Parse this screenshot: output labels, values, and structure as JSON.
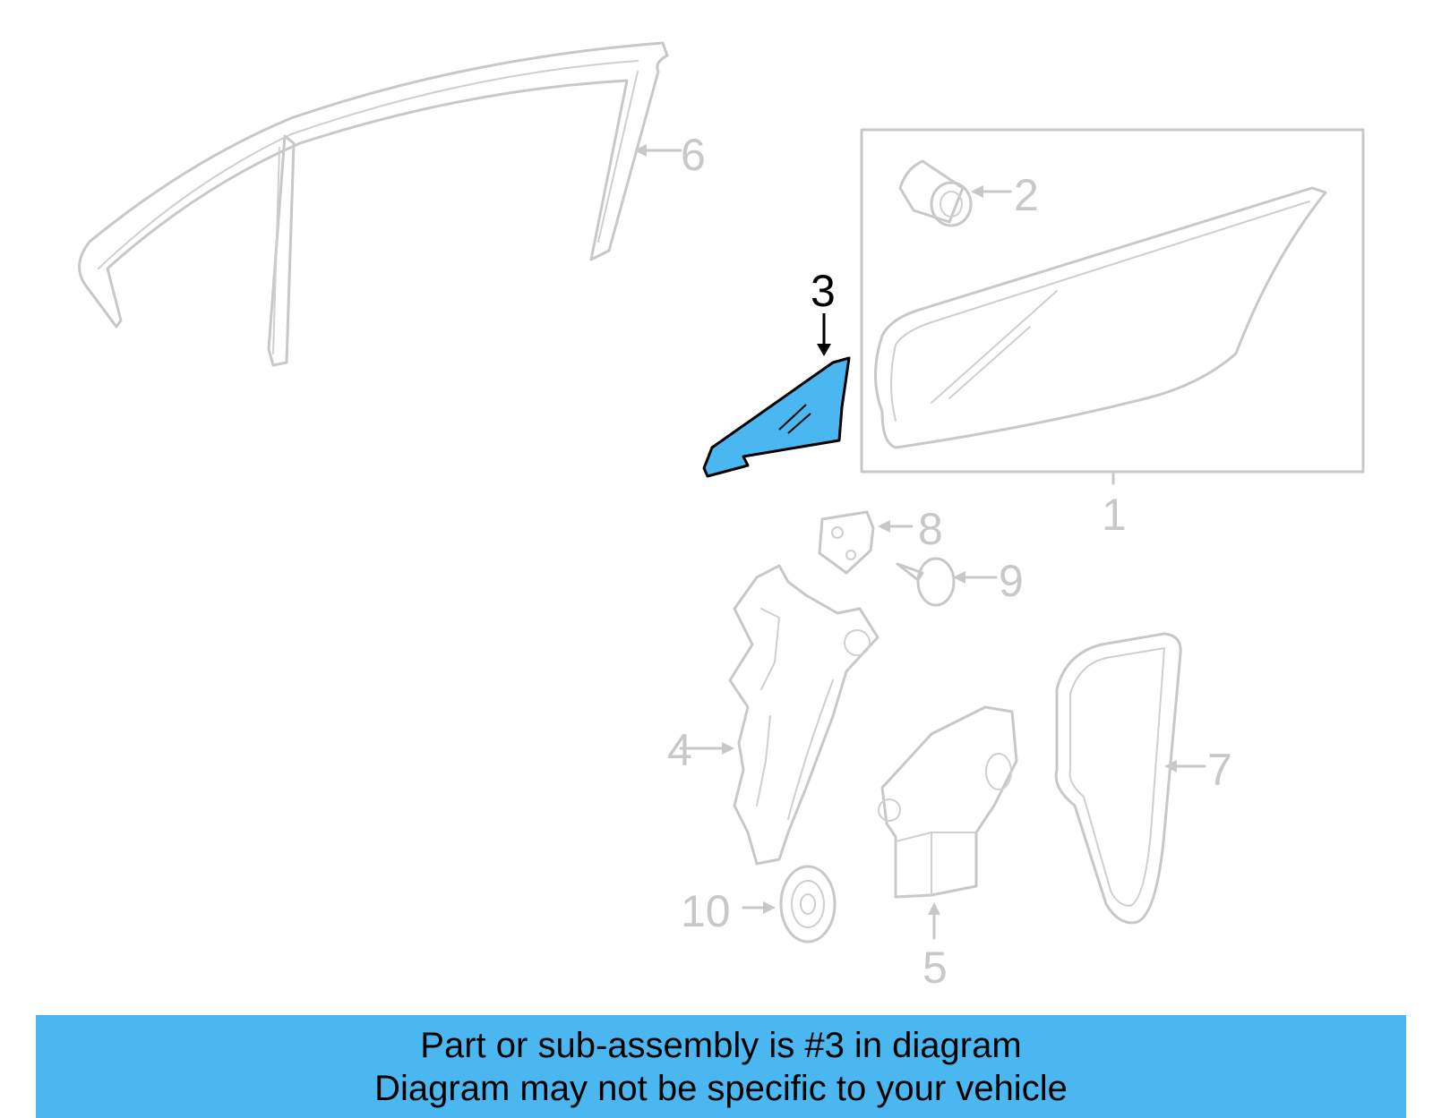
{
  "colors": {
    "highlight": "#4bb7f0",
    "part_outline": "#c8c8c8",
    "banner": "#4bb7f0"
  },
  "callouts": [
    {
      "id": "1",
      "label": "1"
    },
    {
      "id": "2",
      "label": "2"
    },
    {
      "id": "3",
      "label": "3",
      "highlighted": true
    },
    {
      "id": "4",
      "label": "4"
    },
    {
      "id": "5",
      "label": "5"
    },
    {
      "id": "6",
      "label": "6"
    },
    {
      "id": "7",
      "label": "7"
    },
    {
      "id": "8",
      "label": "8"
    },
    {
      "id": "9",
      "label": "9"
    },
    {
      "id": "10",
      "label": "10"
    }
  ],
  "footer": {
    "line1": "Part or sub-assembly is #3 in diagram",
    "line2": "Diagram may not be specific to your vehicle"
  }
}
